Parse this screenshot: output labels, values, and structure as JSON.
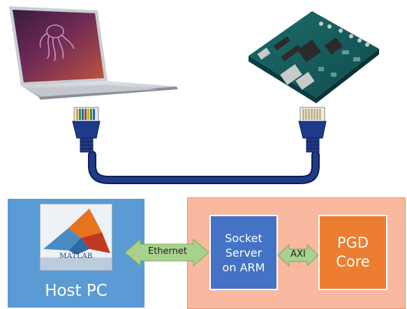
{
  "left_node": {
    "logo_text": "MATLAB",
    "label": "Host PC"
  },
  "link_ethernet": {
    "label": "Ethernet"
  },
  "right_node": {
    "socket_box": "Socket\nServer\non ARM",
    "link_axi": "AXI",
    "core_box": "PGD\nCore"
  },
  "colors": {
    "host_panel": "#5b9bd5",
    "fpga_panel": "#f8b9a0",
    "socket_box": "#4472c4",
    "core_box": "#ed7d31",
    "arrows": "#a9d18e",
    "cable": "#1f3a8a"
  }
}
